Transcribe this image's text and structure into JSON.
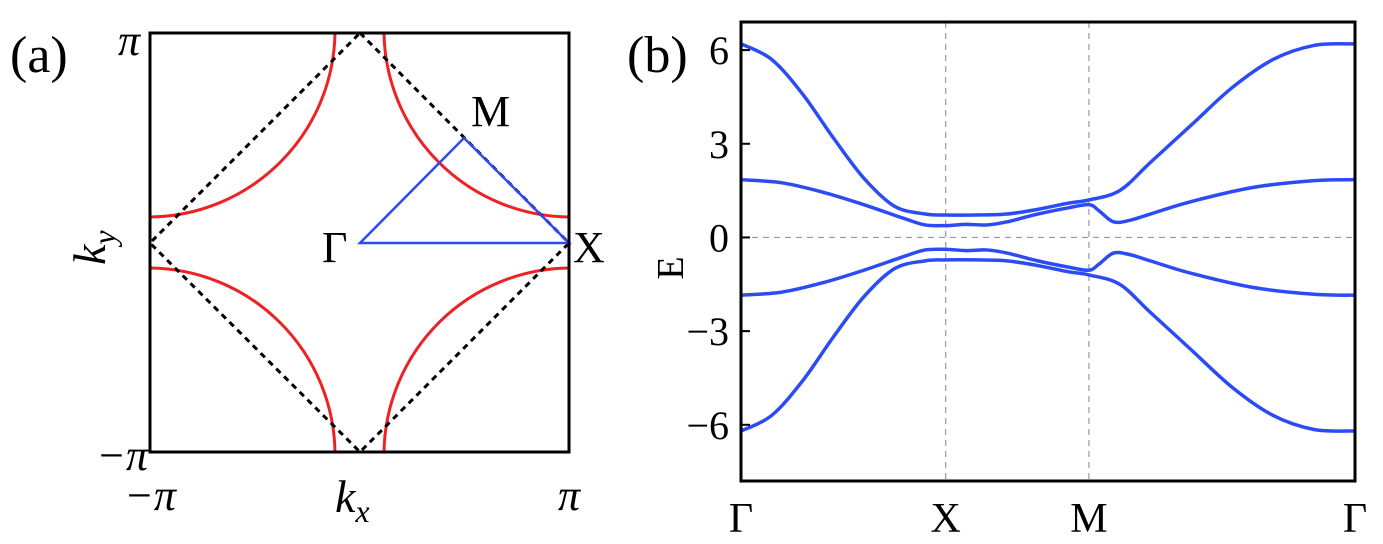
{
  "panel_a": {
    "label": "(a)",
    "xlabel_base": "k",
    "xlabel_sub": "x",
    "ylabel_base": "k",
    "ylabel_sub": "y",
    "tick_labels": {
      "x_min": "−π",
      "x_max": "π",
      "y_min": "−π",
      "y_max": "π"
    },
    "points": [
      {
        "name": "Γ",
        "kx": 0,
        "ky": 0
      },
      {
        "name": "X",
        "kx": 3.14159,
        "ky": 0
      },
      {
        "name": "M",
        "kx": 1.5708,
        "ky": 1.5708
      }
    ],
    "colors": {
      "fermi_surface": "#ee2222",
      "bz_path": "#2b4cf5",
      "diamond": "#000000"
    }
  },
  "chart_data": {
    "type": "line",
    "label": "(b)",
    "ylabel": "E",
    "ylim": [
      -7.8,
      6.9
    ],
    "yticks": [
      6,
      3,
      0,
      -3,
      -6
    ],
    "ytick_labels": [
      "6",
      "3",
      "0",
      "−3",
      "−6"
    ],
    "x_positions": [
      0,
      1,
      1.7,
      3
    ],
    "x_tick_labels": [
      "Γ",
      "X",
      "M",
      "Γ"
    ],
    "vertical_lines_at": [
      1,
      1.7
    ],
    "horizontal_line_at": 0,
    "grid": "dashed reference lines at X, M and E=0",
    "color": "#2b4cf5",
    "series": [
      {
        "x": [
          0,
          0.15,
          0.3,
          0.45,
          0.6,
          0.75,
          0.9,
          1.0,
          1.15,
          1.3,
          1.45,
          1.6,
          1.7,
          1.85,
          2.0,
          2.2,
          2.4,
          2.6,
          2.8,
          3.0
        ],
        "values": [
          6.2,
          5.7,
          4.6,
          3.2,
          1.9,
          1.0,
          0.75,
          0.72,
          0.72,
          0.75,
          0.9,
          1.1,
          1.2,
          1.5,
          2.4,
          3.6,
          4.8,
          5.7,
          6.15,
          6.2
        ]
      },
      {
        "x": [
          0,
          0.2,
          0.4,
          0.6,
          0.8,
          0.9,
          1.0,
          1.1,
          1.2,
          1.3,
          1.45,
          1.6,
          1.7,
          1.75,
          1.82,
          1.9,
          2.0,
          2.2,
          2.5,
          2.8,
          3.0
        ],
        "values": [
          1.85,
          1.75,
          1.45,
          1.05,
          0.6,
          0.4,
          0.38,
          0.42,
          0.4,
          0.5,
          0.75,
          0.95,
          1.05,
          0.85,
          0.5,
          0.55,
          0.75,
          1.15,
          1.6,
          1.82,
          1.85
        ]
      },
      {
        "x": [
          0,
          0.2,
          0.4,
          0.6,
          0.8,
          0.9,
          1.0,
          1.1,
          1.2,
          1.3,
          1.45,
          1.6,
          1.7,
          1.75,
          1.82,
          1.9,
          2.0,
          2.2,
          2.5,
          2.8,
          3.0
        ],
        "values": [
          -1.85,
          -1.75,
          -1.45,
          -1.05,
          -0.6,
          -0.4,
          -0.38,
          -0.42,
          -0.4,
          -0.5,
          -0.75,
          -0.95,
          -1.05,
          -0.85,
          -0.5,
          -0.55,
          -0.75,
          -1.15,
          -1.6,
          -1.82,
          -1.85
        ]
      },
      {
        "x": [
          0,
          0.15,
          0.3,
          0.45,
          0.6,
          0.75,
          0.9,
          1.0,
          1.15,
          1.3,
          1.45,
          1.6,
          1.7,
          1.85,
          2.0,
          2.2,
          2.4,
          2.6,
          2.8,
          3.0
        ],
        "values": [
          -6.2,
          -5.7,
          -4.6,
          -3.2,
          -1.9,
          -1.0,
          -0.75,
          -0.72,
          -0.72,
          -0.75,
          -0.9,
          -1.1,
          -1.2,
          -1.5,
          -2.4,
          -3.6,
          -4.8,
          -5.7,
          -6.15,
          -6.2
        ]
      }
    ]
  }
}
